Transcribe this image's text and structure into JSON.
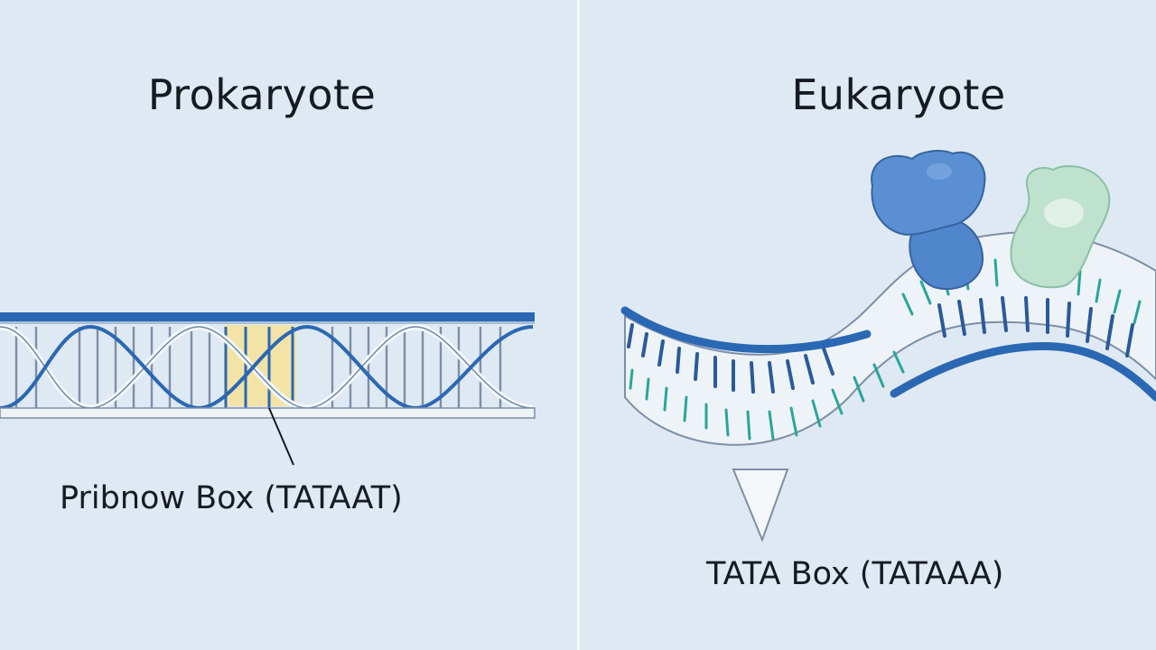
{
  "left": {
    "title": "Prokaryote",
    "label": "Pribnow Box (TATAAT)"
  },
  "right": {
    "title": "Eukaryote",
    "label": "TATA Box (TATAAA)"
  },
  "colors": {
    "background": "#dfe9f3",
    "dna_blue": "#2a68b4",
    "dna_light": "#c9d8ea",
    "highlight_yellow": "#f3e3a1",
    "teal": "#2aa59a",
    "protein_blue": "#4f86cc",
    "protein_green": "#bfe2cf"
  }
}
